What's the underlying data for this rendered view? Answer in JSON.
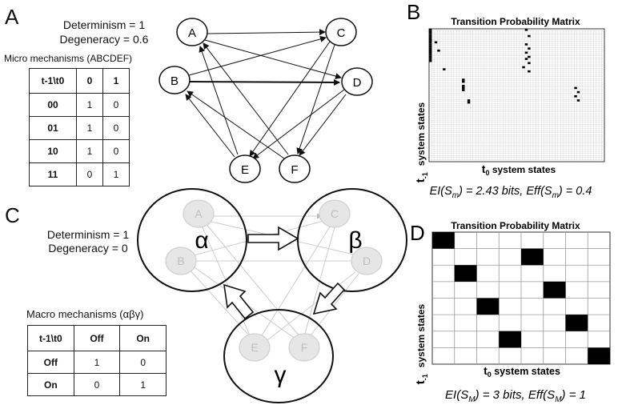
{
  "panels": {
    "A": {
      "letter": "A",
      "determinism": "Determinism = 1",
      "degeneracy": "Degeneracy = 0.6",
      "table_caption": "Micro mechanisms (ABCDEF)",
      "table": {
        "header": [
          "t-1\\t0",
          "0",
          "1"
        ],
        "rows": [
          [
            "00",
            "1",
            "0"
          ],
          [
            "01",
            "1",
            "0"
          ],
          [
            "10",
            "1",
            "0"
          ],
          [
            "11",
            "0",
            "1"
          ]
        ]
      },
      "nodes": [
        "A",
        "B",
        "C",
        "D",
        "E",
        "F"
      ]
    },
    "B": {
      "letter": "B",
      "matrix_title": "Transition Probability Matrix",
      "ylabel_main": "system states",
      "ylabel_sub": "t",
      "ylabel_subscript": "-1",
      "xlabel_sub": "t",
      "xlabel_subscript": "0",
      "xlabel_main": " system states",
      "eq_left": "EI(S",
      "eq_left_sub": "m",
      "eq_left_rest": ") = 2.43 bits, ",
      "eq_right": "Eff(S",
      "eq_right_sub": "m",
      "eq_right_rest": ") = 0.4"
    },
    "C": {
      "letter": "C",
      "determinism": "Determinism = 1",
      "degeneracy": "Degeneracy = 0",
      "table_caption": "Macro mechanisms (αβγ)",
      "table": {
        "header": [
          "t-1\\t0",
          "Off",
          "On"
        ],
        "rows": [
          [
            "Off",
            "1",
            "0"
          ],
          [
            "On",
            "0",
            "1"
          ]
        ]
      },
      "macro_nodes": [
        "α",
        "β",
        "γ"
      ],
      "micro_nodes": [
        "A",
        "B",
        "C",
        "D",
        "E",
        "F"
      ]
    },
    "D": {
      "letter": "D",
      "matrix_title": "Transition Probability Matrix",
      "ylabel_main": "system states",
      "ylabel_sub": "t",
      "ylabel_subscript": "-1",
      "xlabel_sub": "t",
      "xlabel_subscript": "0",
      "xlabel_main": " system states",
      "eq_left": "EI(S",
      "eq_left_sub": "M",
      "eq_left_rest": ") = 3 bits, ",
      "eq_right": "Eff(S",
      "eq_right_sub": "M",
      "eq_right_rest": ") = 1"
    }
  },
  "matrix_B": {
    "size": 64,
    "filled": [
      [
        0,
        0
      ],
      [
        1,
        0
      ],
      [
        2,
        0
      ],
      [
        3,
        0
      ],
      [
        4,
        0
      ],
      [
        5,
        0
      ],
      [
        6,
        0
      ],
      [
        7,
        0
      ],
      [
        8,
        0
      ],
      [
        9,
        0
      ],
      [
        10,
        0
      ],
      [
        11,
        0
      ],
      [
        12,
        0
      ],
      [
        13,
        0
      ],
      [
        14,
        0
      ],
      [
        15,
        0
      ],
      [
        0,
        35
      ],
      [
        3,
        36
      ],
      [
        7,
        35
      ],
      [
        9,
        36
      ],
      [
        11,
        35
      ],
      [
        13,
        36
      ],
      [
        14,
        35
      ],
      [
        16,
        36
      ],
      [
        18,
        34
      ],
      [
        20,
        36
      ],
      [
        6,
        2
      ],
      [
        10,
        3
      ],
      [
        19,
        5
      ],
      [
        24,
        12
      ],
      [
        25,
        12
      ],
      [
        27,
        12
      ],
      [
        28,
        12
      ],
      [
        29,
        12
      ],
      [
        34,
        14
      ],
      [
        35,
        14
      ],
      [
        28,
        53
      ],
      [
        30,
        54
      ],
      [
        32,
        53
      ],
      [
        34,
        54
      ]
    ]
  },
  "matrix_D": {
    "size": 8,
    "filled": [
      [
        0,
        0
      ],
      [
        1,
        4
      ],
      [
        2,
        1
      ],
      [
        3,
        5
      ],
      [
        4,
        2
      ],
      [
        5,
        6
      ],
      [
        6,
        3
      ],
      [
        7,
        7
      ]
    ]
  }
}
